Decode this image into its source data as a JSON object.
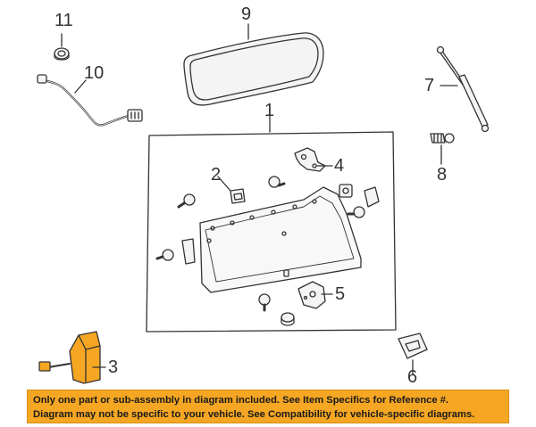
{
  "callouts": {
    "c1": "1",
    "c2": "2",
    "c3": "3",
    "c4": "4",
    "c5": "5",
    "c6": "6",
    "c7": "7",
    "c8": "8",
    "c9": "9",
    "c10": "10",
    "c11": "11"
  },
  "notice": {
    "line1": "Only one part or sub-assembly in diagram included. See Item Specifics for Reference #.",
    "line2": "Diagram may not be specific to your vehicle. See Compatibility for vehicle-specific diagrams."
  },
  "colors": {
    "banner": "#f5a623",
    "ink": "#333333",
    "part_fill": "#f4f4f4",
    "highlight_part": "#f5a623"
  }
}
